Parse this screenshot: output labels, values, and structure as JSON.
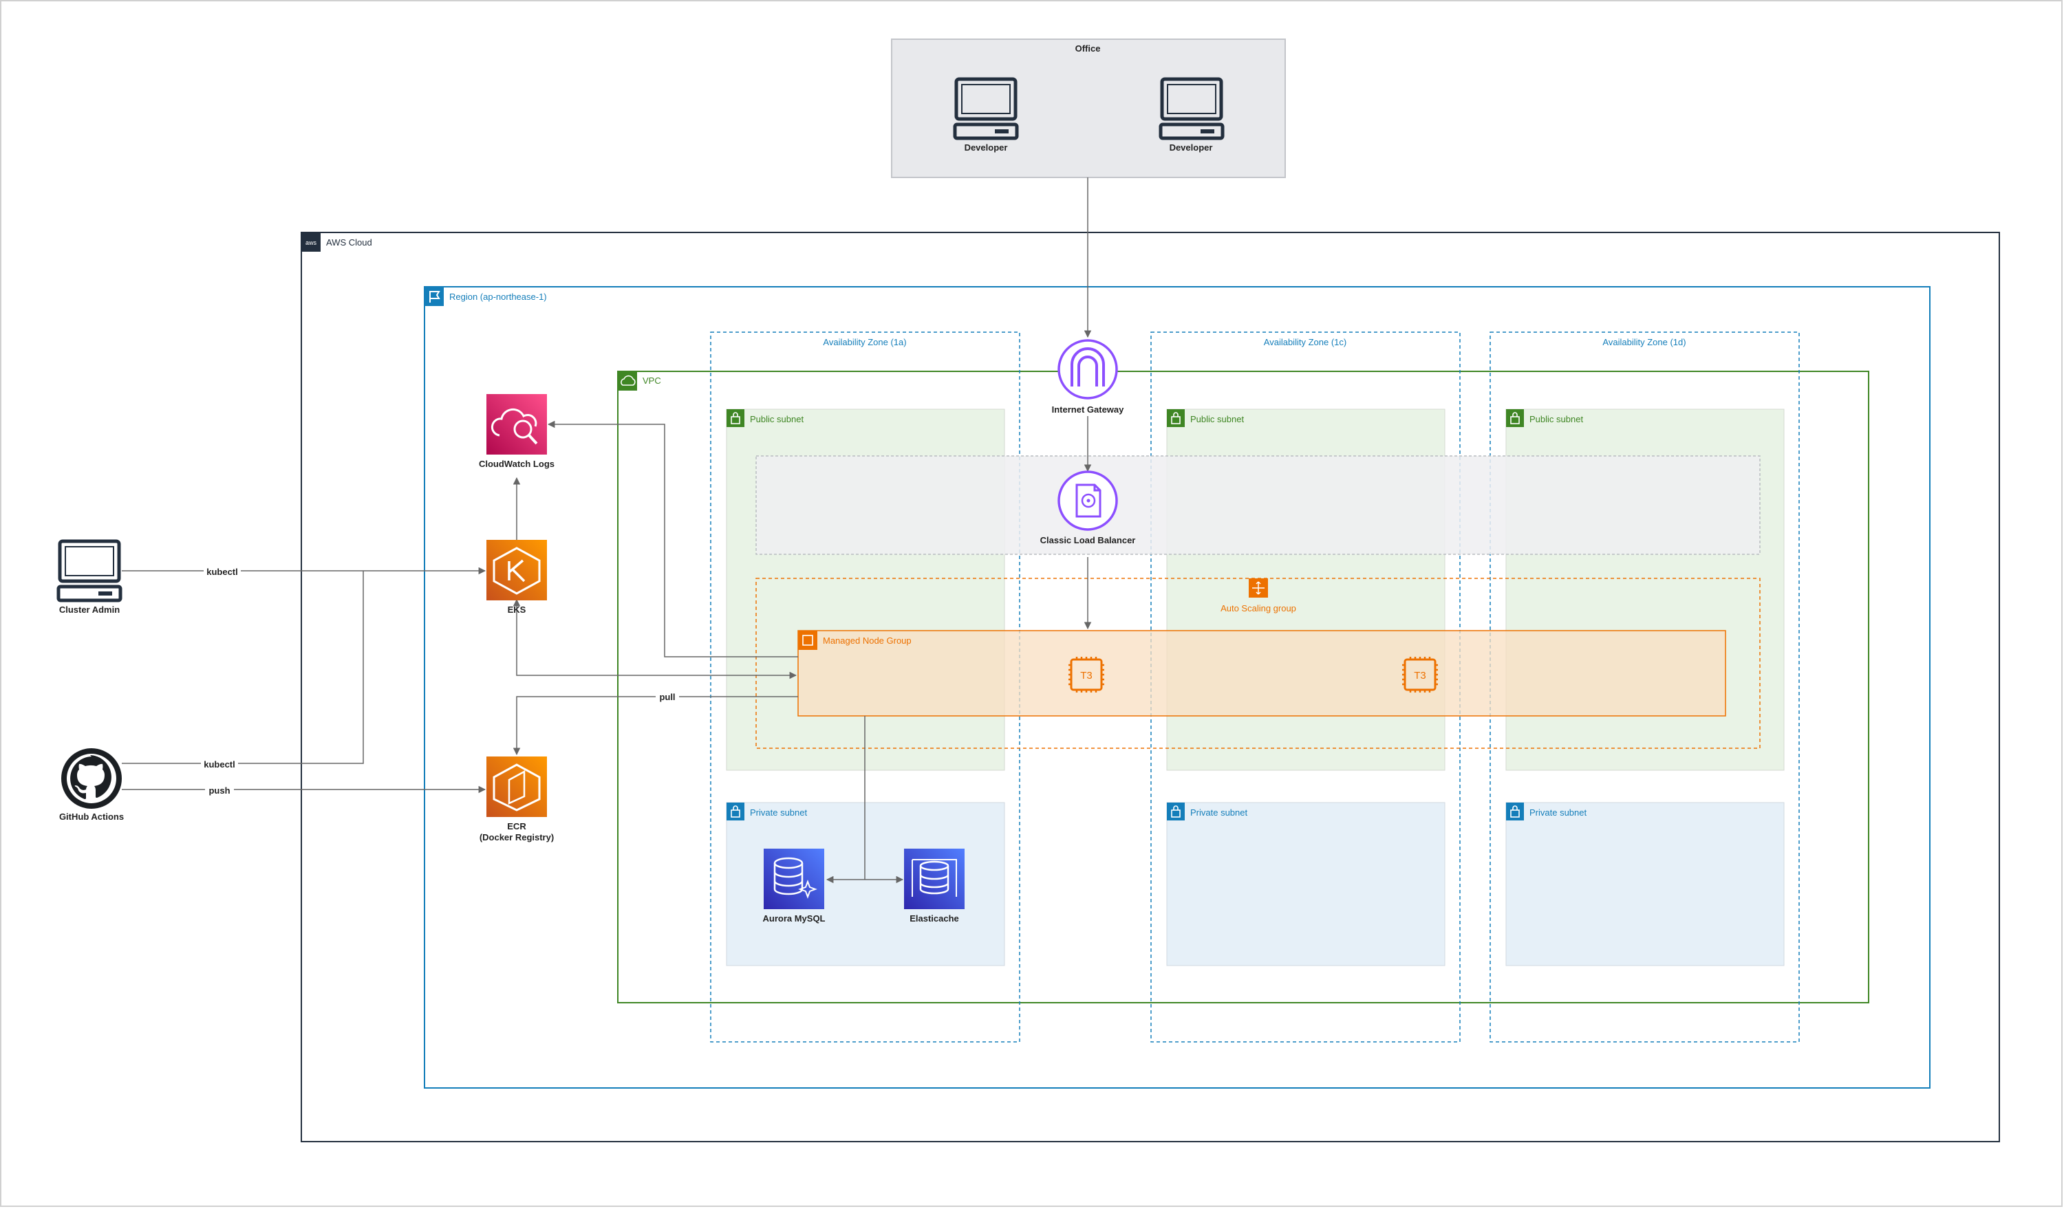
{
  "office": {
    "title": "Office",
    "developer1": "Developer",
    "developer2": "Developer"
  },
  "aws_cloud": {
    "label": "AWS Cloud",
    "badge": "aws"
  },
  "region": {
    "label": "Region (ap-northease-1)"
  },
  "vpc": {
    "label": "VPC"
  },
  "availability_zones": [
    "Availability Zone (1a)",
    "Availability Zone (1c)",
    "Availability Zone (1d)"
  ],
  "subnets": {
    "public": "Public subnet",
    "private": "Private subnet"
  },
  "services": {
    "internet_gateway": "Internet Gateway",
    "load_balancer": "Classic Load Balancer",
    "auto_scaling": "Auto Scaling group",
    "node_group": "Managed Node Group",
    "instance_label": "T3",
    "cloudwatch": "CloudWatch Logs",
    "eks": "EKS",
    "ecr_line1": "ECR",
    "ecr_line2": "(Docker Registry)",
    "aurora": "Aurora MySQL",
    "elasticache": "Elasticache"
  },
  "actors": {
    "cluster_admin": "Cluster Admin",
    "github_actions": "GitHub Actions"
  },
  "edges": {
    "kubectl": "kubectl",
    "push": "push",
    "pull": "pull"
  },
  "colors": {
    "public_subnet_fill": "#e9f3e6",
    "private_subnet_fill": "#e6f0f8",
    "vpc_green": "#3f8624",
    "region_blue": "#147eba",
    "aws_dark": "#232f3e",
    "purple": "#8c4fff",
    "orange": "#ed7100",
    "red_pink": "#e7157b",
    "db_blue": "#3b48cc"
  }
}
